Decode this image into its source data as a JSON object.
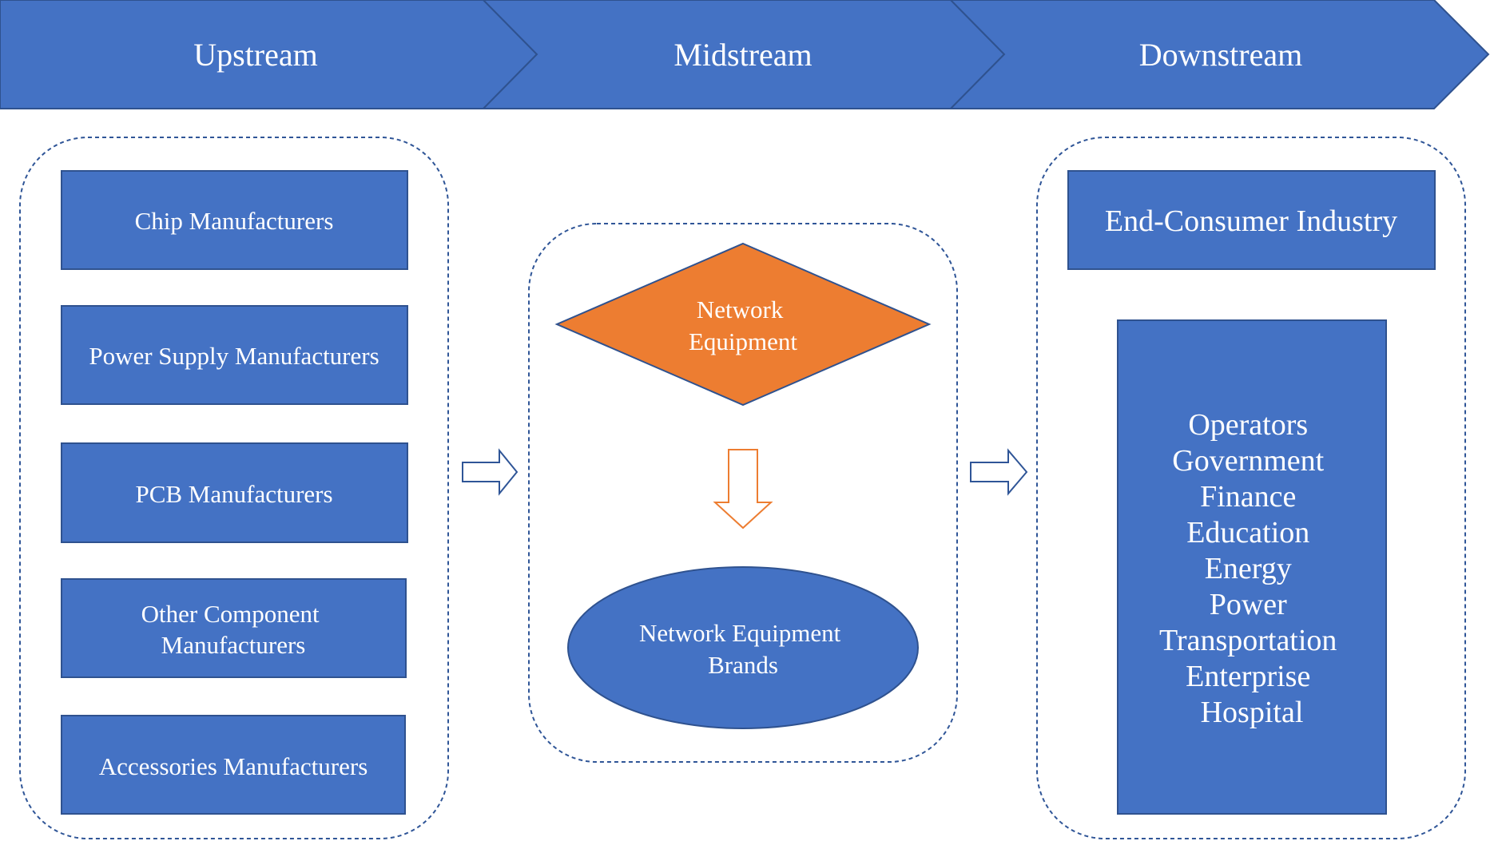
{
  "colors": {
    "blue": "#4472C4",
    "blue_border": "#2F528F",
    "orange": "#ED7D31",
    "dashed_border": "#2F5597",
    "text_on_fill": "#FFFFFF"
  },
  "stages": {
    "upstream": "Upstream",
    "midstream": "Midstream",
    "downstream": "Downstream"
  },
  "upstream": {
    "items": [
      [
        "Chip Manufacturers"
      ],
      [
        "Power Supply Manufacturers"
      ],
      [
        "PCB Manufacturers"
      ],
      [
        "Other Component",
        "Manufacturers"
      ],
      [
        "Accessories Manufacturers"
      ]
    ]
  },
  "midstream": {
    "diamond": [
      "Network",
      "Equipment"
    ],
    "ellipse": [
      "Network Equipment",
      "Brands"
    ]
  },
  "downstream": {
    "header": "End-Consumer Industry",
    "industries": [
      "Operators",
      "Government",
      "Finance",
      "Education",
      "Energy",
      "Power",
      "Transportation",
      "Enterprise",
      "Hospital"
    ]
  },
  "icons": {
    "upstream_to_midstream": "right-arrow-icon",
    "midstream_down": "down-arrow-icon",
    "midstream_to_downstream": "right-arrow-icon"
  }
}
